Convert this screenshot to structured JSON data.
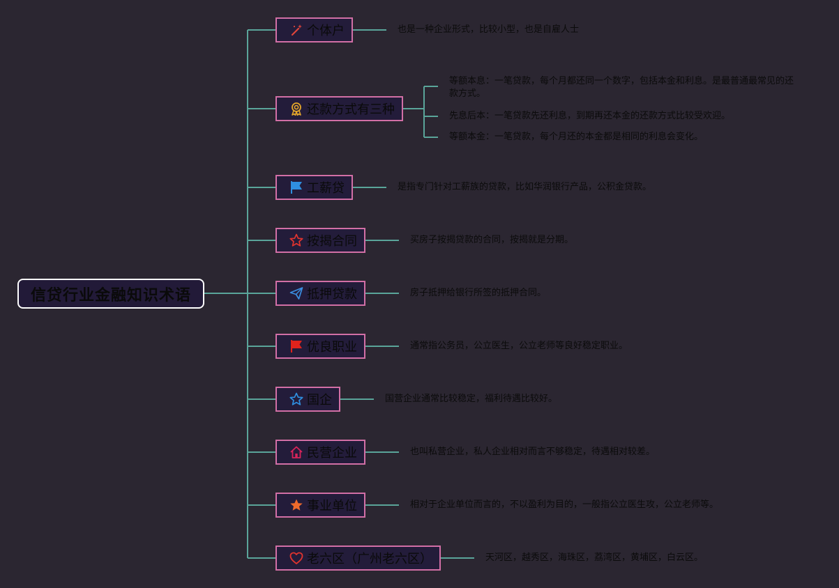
{
  "root": {
    "label": "信贷行业金融知识术语"
  },
  "topics": [
    {
      "label": "个体户",
      "icon": "magic-wand-icon",
      "color": "#e0453a",
      "details": [
        "也是一种企业形式，比较小型，也是自雇人士"
      ]
    },
    {
      "label": "还款方式有三种",
      "icon": "award-ribbon-icon",
      "color": "#e5a72a",
      "details": [
        "等额本息：一笔贷款，每个月都还同一个数字，包括本金和利息。是最普通最常见的还款方式。",
        "先息后本：一笔贷款先还利息，到期再还本金的还款方式比较受欢迎。",
        "等额本金：一笔贷款，每个月还的本金都是相同的利息会变化。"
      ]
    },
    {
      "label": "工薪贷",
      "icon": "flag-icon",
      "color": "#2f8fe0",
      "details": [
        "是指专门针对工薪族的贷款，比如华润银行产品，公积金贷款。"
      ]
    },
    {
      "label": "按揭合同",
      "icon": "star-outline-icon",
      "color": "#e0342e",
      "details": [
        "买房子按揭贷款的合同，按揭就是分期。"
      ]
    },
    {
      "label": "抵押贷款",
      "icon": "paper-plane-icon",
      "color": "#3a8ee0",
      "details": [
        "房子抵押给银行所签的抵押合同。"
      ]
    },
    {
      "label": "优良职业",
      "icon": "flag-icon",
      "color": "#e0231c",
      "details": [
        "通常指公务员，公立医生，公立老师等良好稳定职业。"
      ]
    },
    {
      "label": "国企",
      "icon": "star-outline-icon",
      "color": "#2f8fe0",
      "details": [
        "国营企业通常比较稳定，福利待遇比较好。"
      ]
    },
    {
      "label": "民营企业",
      "icon": "home-icon",
      "color": "#d8245a",
      "details": [
        "也叫私营企业，私人企业相对而言不够稳定，待遇相对较差。"
      ]
    },
    {
      "label": "事业单位",
      "icon": "star-filled-icon",
      "color": "#ee6a2b",
      "details": [
        "相对于企业单位而言的，不以盈利为目的，一般指公立医生攻，公立老师等。"
      ]
    },
    {
      "label": "老六区（广州老六区）",
      "icon": "heart-icon",
      "color": "#e0342e",
      "details": [
        "天河区，越秀区，海珠区，荔湾区，黄埔区，白云区。"
      ]
    }
  ],
  "colors": {
    "line": "#5aa59a",
    "border": "#d26fa6",
    "background": "#2b2631"
  }
}
